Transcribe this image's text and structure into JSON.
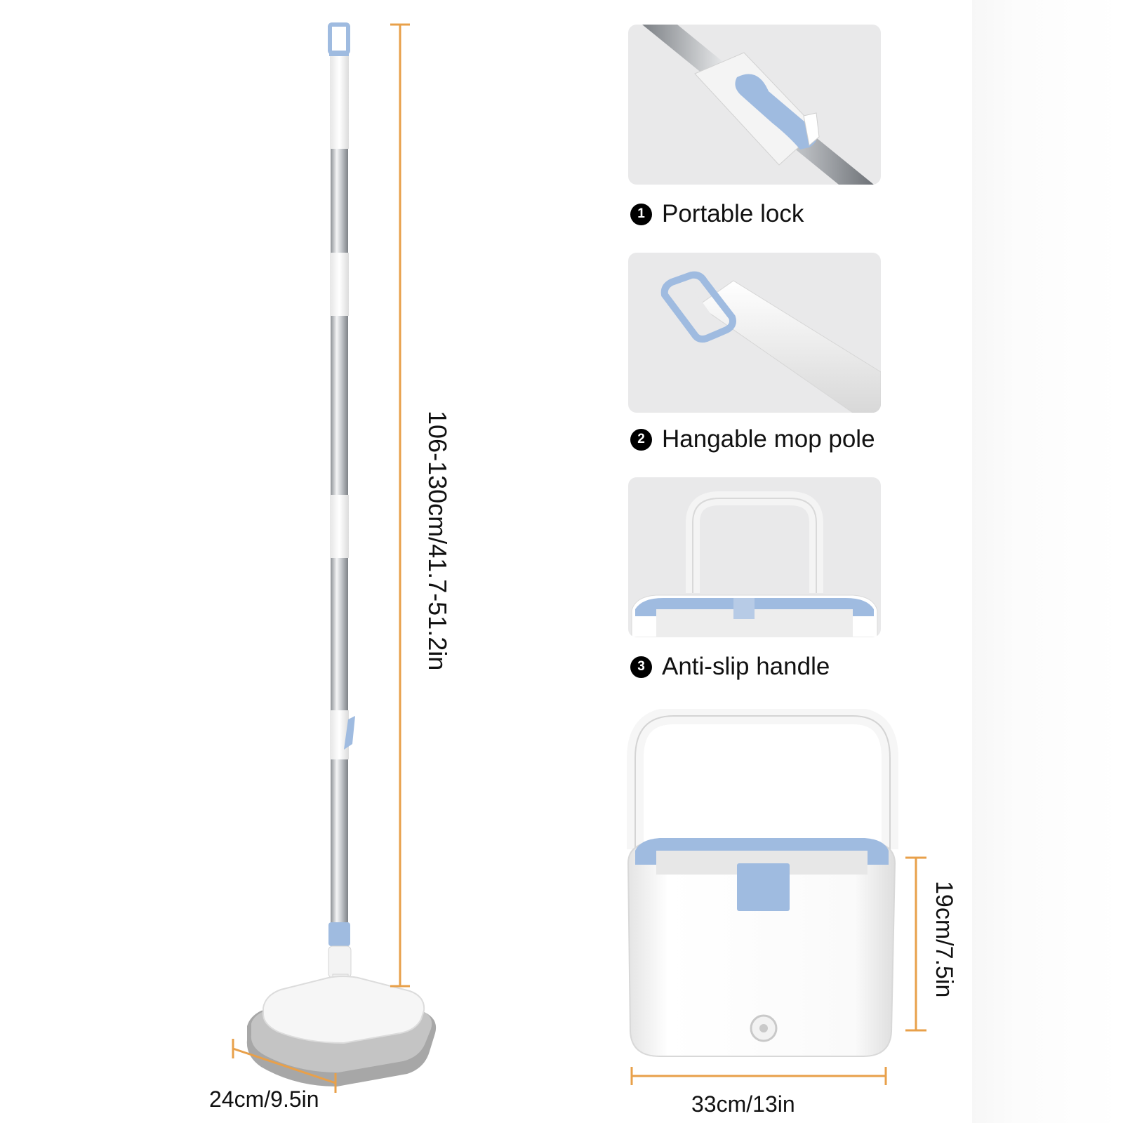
{
  "dimensions": {
    "pole_length": "106-130cm/41.7-51.2in",
    "mop_width": "24cm/9.5in",
    "bucket_width": "33cm/13in",
    "bucket_height": "19cm/7.5in"
  },
  "features": [
    {
      "number": "1",
      "label": "Portable lock"
    },
    {
      "number": "2",
      "label": "Hangable mop pole"
    },
    {
      "number": "3",
      "label": "Anti-slip handle"
    }
  ],
  "colors": {
    "accent_blue": "#9fbbe0",
    "dimension_orange": "#e8a04a",
    "steel": "#bfc3c8",
    "panel_bg": "#e9e9ea"
  }
}
